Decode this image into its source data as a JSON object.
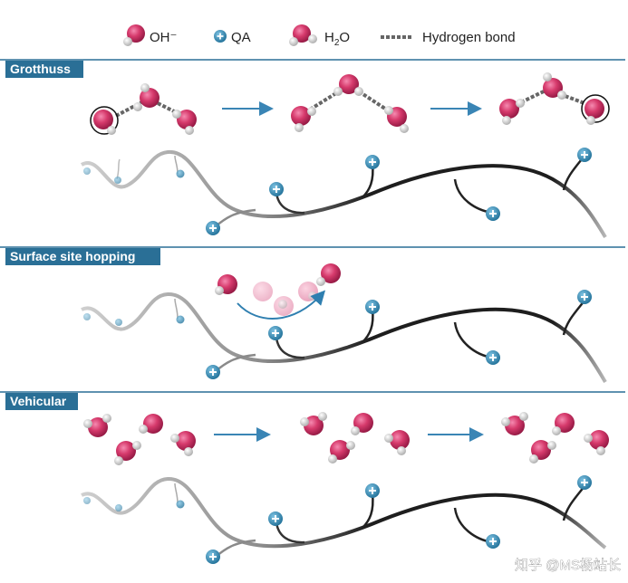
{
  "legend": {
    "oh_label": "OH⁻",
    "qa_label": "QA",
    "h2o_label_main": "H",
    "h2o_label_sub": "2",
    "h2o_label_tail": "O",
    "hbond_label": "Hydrogen bond"
  },
  "panels": [
    {
      "title": "Grotthuss",
      "id": "grotthuss"
    },
    {
      "title": "Surface site hopping",
      "id": "surface-site-hopping"
    },
    {
      "title": "Vehicular",
      "id": "vehicular"
    }
  ],
  "watermark": "知乎 @MS杨站长",
  "colors": {
    "oxygen": "#c8285a",
    "hydrogen": "#e6e6e6",
    "qa": "#2f8ab5",
    "panel_label_bg": "#2a6f96",
    "arrow": "#3a85b5",
    "divider": "#2a6f96",
    "chain": "#222222"
  }
}
